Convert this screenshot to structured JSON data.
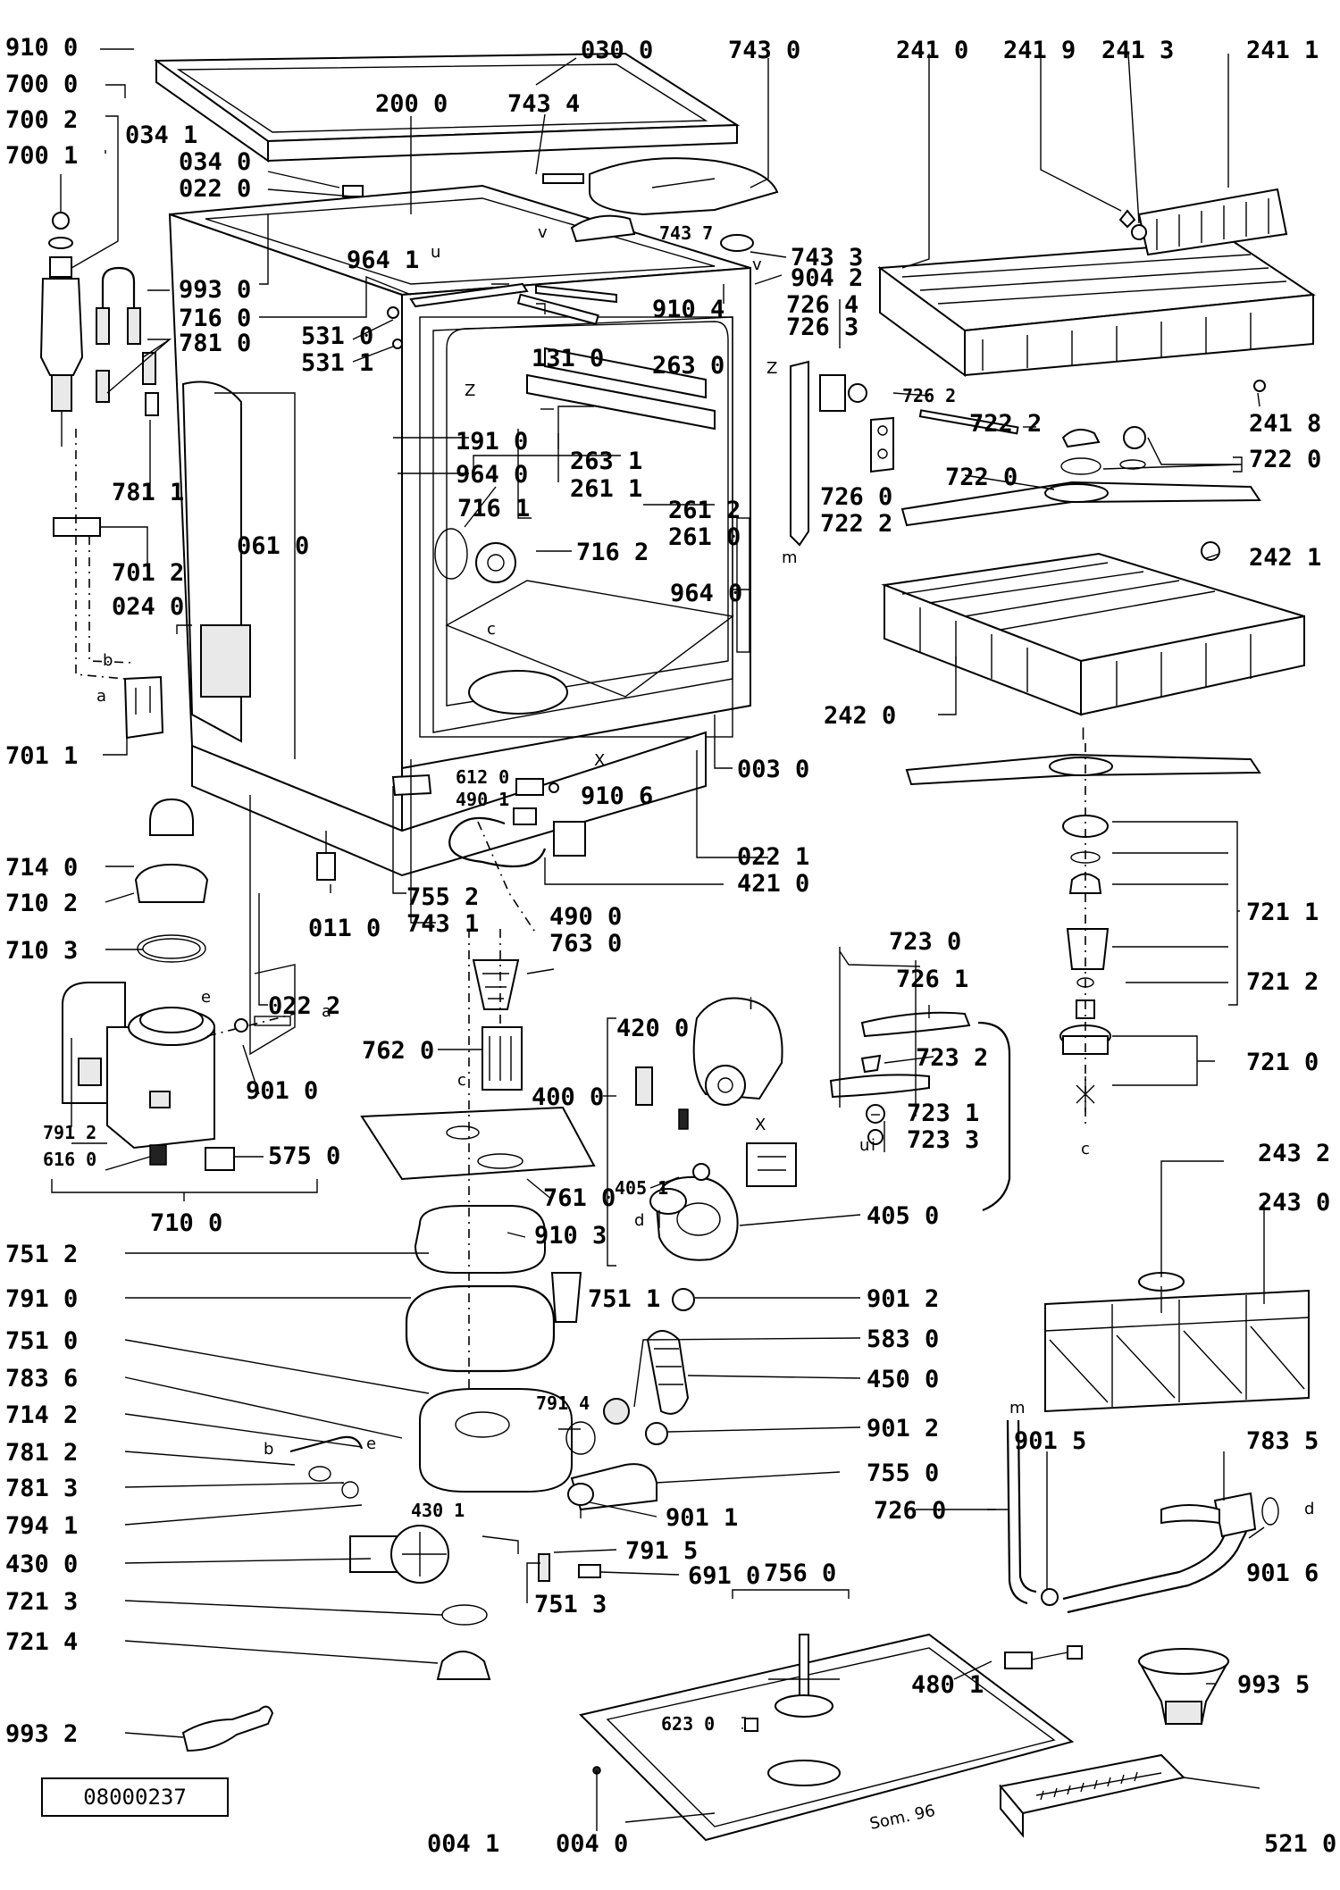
{
  "document_number": "08000237",
  "signature": "Som. 96",
  "labels": {
    "p910_0": "910 0",
    "p700_0": "700 0",
    "p700_2": "700 2",
    "p700_1": "700 1",
    "p034_1": "034 1",
    "p030_0": "030 0",
    "p743_0": "743 0",
    "p200_0": "200 0",
    "p743_4": "743 4",
    "p034_0": "034 0",
    "p022_0": "022 0",
    "p743_7": "743 7",
    "p743_3": "743 3",
    "p964_1": "964 1",
    "p904_2": "904 2",
    "p993_0": "993 0",
    "p716_0": "716 0",
    "p531_0": "531 0",
    "p531_1": "531 1",
    "p781_0": "781 0",
    "p910_4": "910 4",
    "p726_4": "726 4",
    "p726_3": "726 3",
    "p131_0": "131 0",
    "p263_0": "263 0",
    "p726_2": "726 2",
    "p781_1": "781 1",
    "p191_0": "191 0",
    "p964_0": "964 0",
    "p716_1": "716 1",
    "p263_1": "263 1",
    "p261_1": "261 1",
    "p261_2": "261 2",
    "p261_0": "261 0",
    "p726_0a": "726 0",
    "p722_2a": "722 2",
    "p701_2": "701 2",
    "p024_0": "024 0",
    "p061_0": "061 0",
    "p716_2": "716 2",
    "p964_0b": "964 0",
    "p701_1": "701 1",
    "p612_0": "612 0",
    "p490_1": "490 1",
    "p910_6": "910 6",
    "p003_0": "003 0",
    "p022_1": "022 1",
    "p714_0": "714 0",
    "p710_2": "710 2",
    "p710_3": "710 3",
    "p011_0": "011 0",
    "p755_2": "755 2",
    "p743_1": "743 1",
    "p022_2": "022 2",
    "p490_0": "490 0",
    "p763_0": "763 0",
    "p421_0": "421 0",
    "p762_0": "762 0",
    "p420_0": "420 0",
    "p400_0": "400 0",
    "p901_0": "901 0",
    "p791_2": "791 2",
    "p616_0": "616 0",
    "p575_0": "575 0",
    "p710_0": "710 0",
    "p761_0": "761 0",
    "p910_3": "910 3",
    "p405_1": "405 1",
    "p405_0": "405 0",
    "p751_2": "751 2",
    "p791_0": "791 0",
    "p751_1": "751 1",
    "p901_2a": "901 2",
    "p751_0": "751 0",
    "p583_0": "583 0",
    "p783_6": "783 6",
    "p450_0": "450 0",
    "p714_2": "714 2",
    "p791_4": "791 4",
    "p901_2b": "901 2",
    "p781_2": "781 2",
    "p781_3": "781 3",
    "p755_0": "755 0",
    "p430_1": "430 1",
    "p901_1": "901 1",
    "p794_1": "794 1",
    "p791_5": "791 5",
    "p430_0": "430 0",
    "p691_0": "691 0",
    "p721_3": "721 3",
    "p751_3": "751 3",
    "p721_4": "721 4",
    "p993_2": "993 2",
    "p004_1": "004 1",
    "p004_0": "004 0",
    "p623_0": "623 0",
    "p756_0": "756 0",
    "p480_1": "480 1",
    "p521_0": "521 0",
    "p993_5": "993 5",
    "p241_0": "241 0",
    "p241_9": "241 9",
    "p241_3": "241 3",
    "p241_1": "241 1",
    "p241_8": "241 8",
    "p722_2b": "722 2",
    "p722_0a": "722 0",
    "p722_0b": "722 0",
    "p242_1": "242 1",
    "p242_0": "242 0",
    "p721_1": "721 1",
    "p721_2": "721 2",
    "p721_0": "721 0",
    "p723_0": "723 0",
    "p726_1": "726 1",
    "p723_2": "723 2",
    "p723_1": "723 1",
    "p723_3": "723 3",
    "p243_2": "243 2",
    "p243_0": "243 0",
    "p726_0b": "726 0",
    "p901_5": "901 5",
    "p783_5": "783 5",
    "p901_6": "901 6"
  },
  "letters": {
    "a1": "a",
    "a2": "a",
    "b1": "b",
    "b2": "b",
    "c1": "c",
    "c2": "c",
    "c3": "c",
    "d1": "d",
    "d2": "d",
    "e1": "e",
    "e2": "e",
    "m1": "m",
    "m2": "m",
    "u1": "u",
    "u2": "u",
    "v1": "v",
    "v2": "v",
    "x1": "X",
    "x2": "X",
    "z1": "Z",
    "z2": "Z",
    "i1": "i",
    "i2": "i",
    "l1": "l"
  }
}
